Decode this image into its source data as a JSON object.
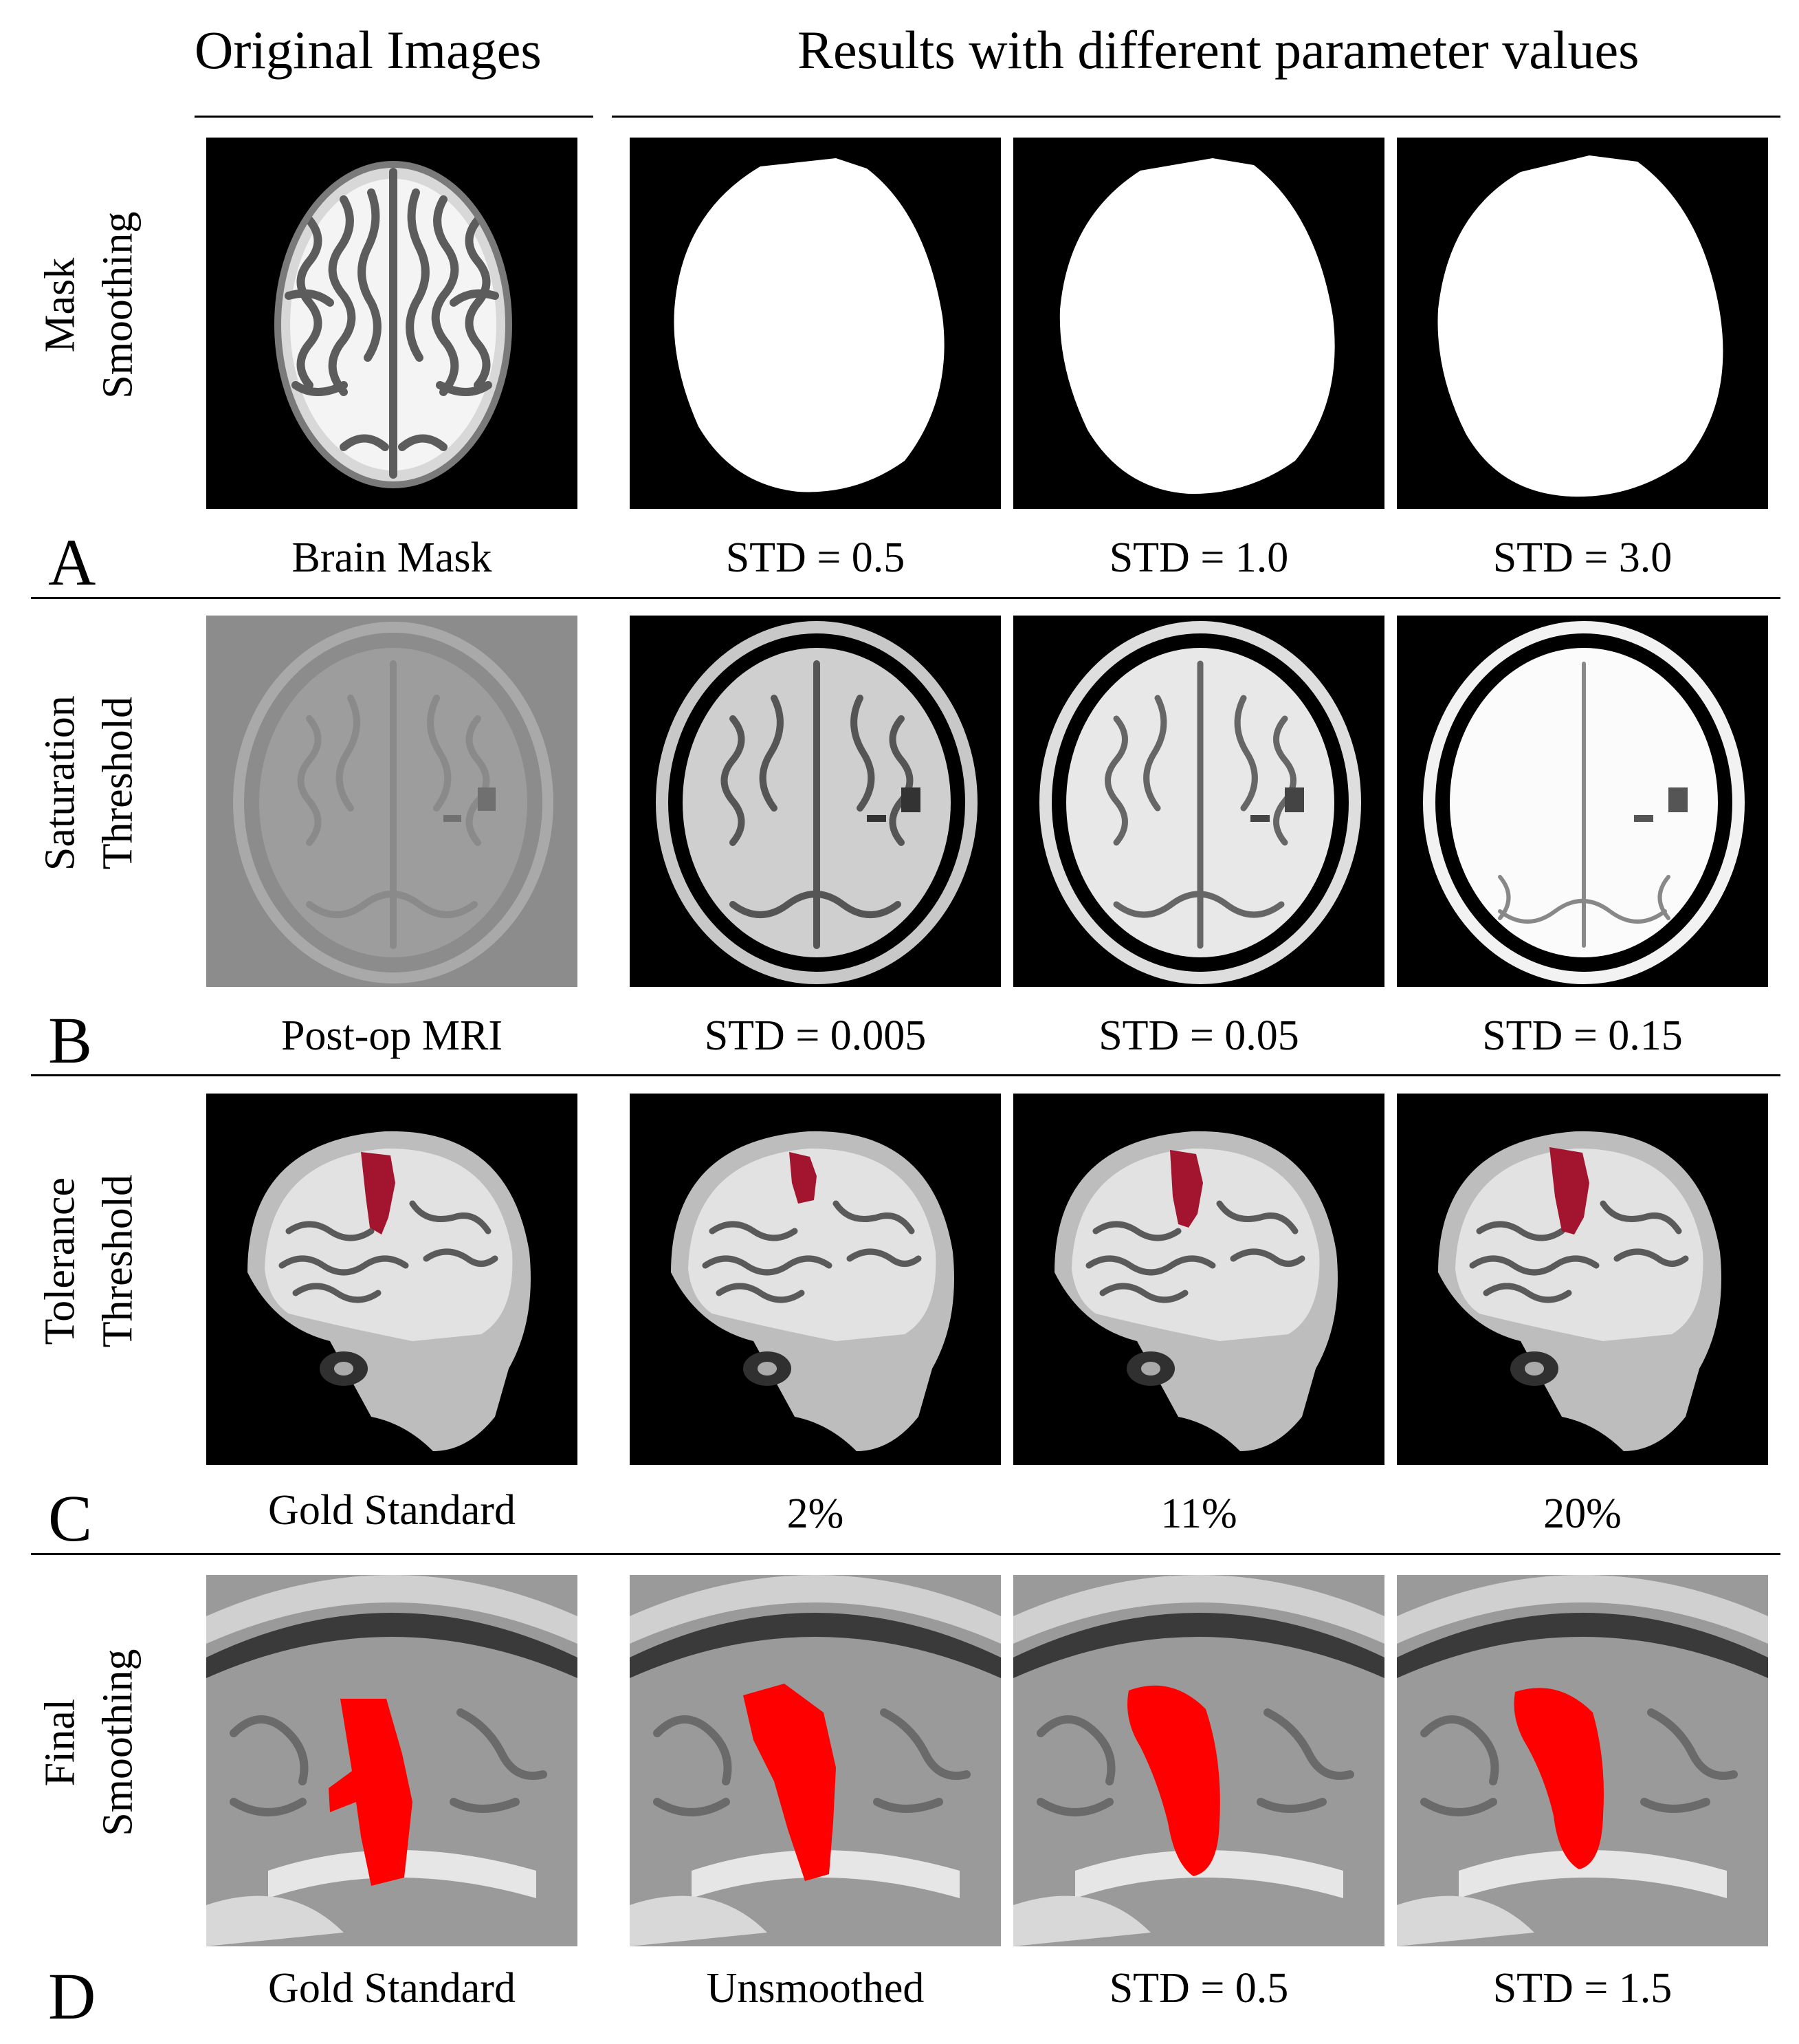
{
  "header": {
    "original_images": "Original Images",
    "results": "Results with different parameter values"
  },
  "rows": [
    {
      "letter": "A",
      "label_line1": "Mask",
      "label_line2": "Smoothing",
      "captions": [
        "Brain Mask",
        "STD = 0.5",
        "STD = 1.0",
        "STD = 3.0"
      ]
    },
    {
      "letter": "B",
      "label_line1": "Saturation",
      "label_line2": "Threshold",
      "captions": [
        "Post-op MRI",
        "STD = 0.005",
        "STD = 0.05",
        "STD = 0.15"
      ]
    },
    {
      "letter": "C",
      "label_line1": "Tolerance",
      "label_line2": "Threshold",
      "captions": [
        "Gold Standard",
        "2%",
        "11%",
        "20%"
      ]
    },
    {
      "letter": "D",
      "label_line1": "Final",
      "label_line2": "Smoothing",
      "captions": [
        "Gold Standard",
        "Unsmoothed",
        "STD = 0.5",
        "STD = 1.5"
      ]
    }
  ],
  "colors": {
    "background": "#000000",
    "segmentation_dark_red": "#a3142e",
    "segmentation_red": "#ff0000"
  }
}
